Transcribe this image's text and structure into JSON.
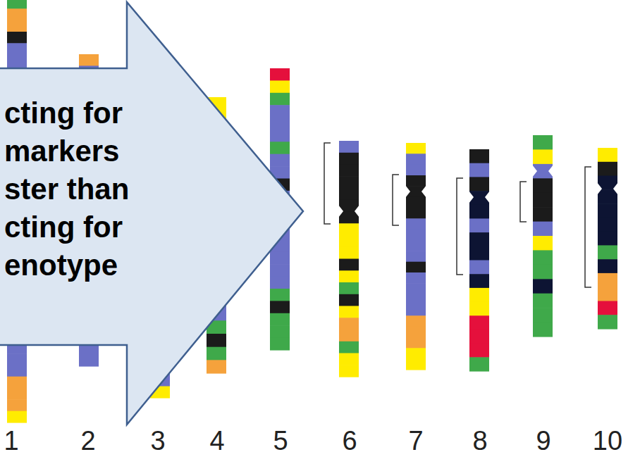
{
  "diagram": {
    "nodes": [
      {
        "text": [
          "cting for markers ster than cting for enotype"
        ]
      }
    ],
    "labels": [
      "1",
      "2",
      "3",
      "4",
      "5",
      "6",
      "7",
      "8",
      "9",
      "10"
    ]
  }
}
